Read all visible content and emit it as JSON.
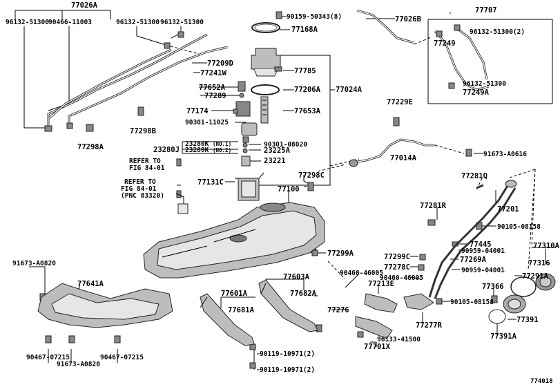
{
  "diagram_id": "774018",
  "labels": {
    "l77026A": "77026A",
    "l96132_51300_a": "96132-51300",
    "l90466_11003": "90466-11003",
    "l96132_51300_b": "96132-51300",
    "l96132_51300_c": "96132-51300",
    "l90159_50343": "90159-50343(8)",
    "l77026B": "77026B",
    "l77168A": "77168A",
    "l77707": "77707",
    "l96132_51300_2": "96132-51300(2)",
    "l77249": "77249",
    "l77785": "77785",
    "l77209D": "77209D",
    "l77241W": "77241W",
    "l77652A": "77652A",
    "l77206A": "77206A",
    "l77024A": "77024A",
    "l77289": "77289",
    "l96132_51300_d": "96132-51300",
    "l77249A": "77249A",
    "l77174": "77174",
    "l77653A": "77653A",
    "l77229E": "77229E",
    "l90301_11025": "90301-11025",
    "l77298B": "77298B",
    "l77298A": "77298A",
    "l23280J": "23280J",
    "l23280K_1": "23280K",
    "l23280K_1_sub": "(NO.1)",
    "l23280K_2": "23280K",
    "l23280K_2_sub": "(NO.2)",
    "l90301_08020": "90301-08020",
    "l23225A": "23225A",
    "l77014A": "77014A",
    "l91673_A0616": "91673-A0616",
    "l23221": "23221",
    "refer1_line1": "REFER TO",
    "refer1_line2": "FIG 84-01",
    "refer2_line1": "REFER TO",
    "refer2_line2": "FIG 84-01",
    "refer2_line3": "(PNC 83320)",
    "l77298C": "77298C",
    "l77281Q": "77281Q",
    "l77131C": "77131C",
    "l77100": "77100",
    "l77201": "77201",
    "l77281R": "77281R",
    "l90105_08158_a": "90105-08158",
    "l77445": "77445",
    "l90959_04001_a": "90959-04001",
    "l77310A": "77310A",
    "l77299A": "77299A",
    "l77299C": "77299C",
    "l77269A": "77269A",
    "l77316": "77316",
    "l91673_A0820_a": "91673-A0820",
    "l77278C": "77278C",
    "l90959_04001_b": "90959-04001",
    "l90460_46005_a": "90460-46005",
    "l90460_46005_b": "90460-46005",
    "l77291A": "77291A",
    "l77641A": "77641A",
    "l77603A": "77603A",
    "l77213E": "77213E",
    "l77366": "77366",
    "l77601A": "77601A",
    "l77682A": "77682A",
    "l90105_08158_b": "90105-08158",
    "l77681A": "77681A",
    "l77276": "77276",
    "l77391": "77391",
    "l77277R": "77277R",
    "l96133_41500": "96133-41500",
    "l77391A": "77391A",
    "l77701X": "77701X",
    "l90467_07215_a": "90467-07215",
    "l91673_A0820_b": "91673-A0820",
    "l90467_07215_b": "90467-07215",
    "l90119_10971_a": "90119-10971(2)",
    "l90119_10971_b": "90119-10971(2)"
  }
}
